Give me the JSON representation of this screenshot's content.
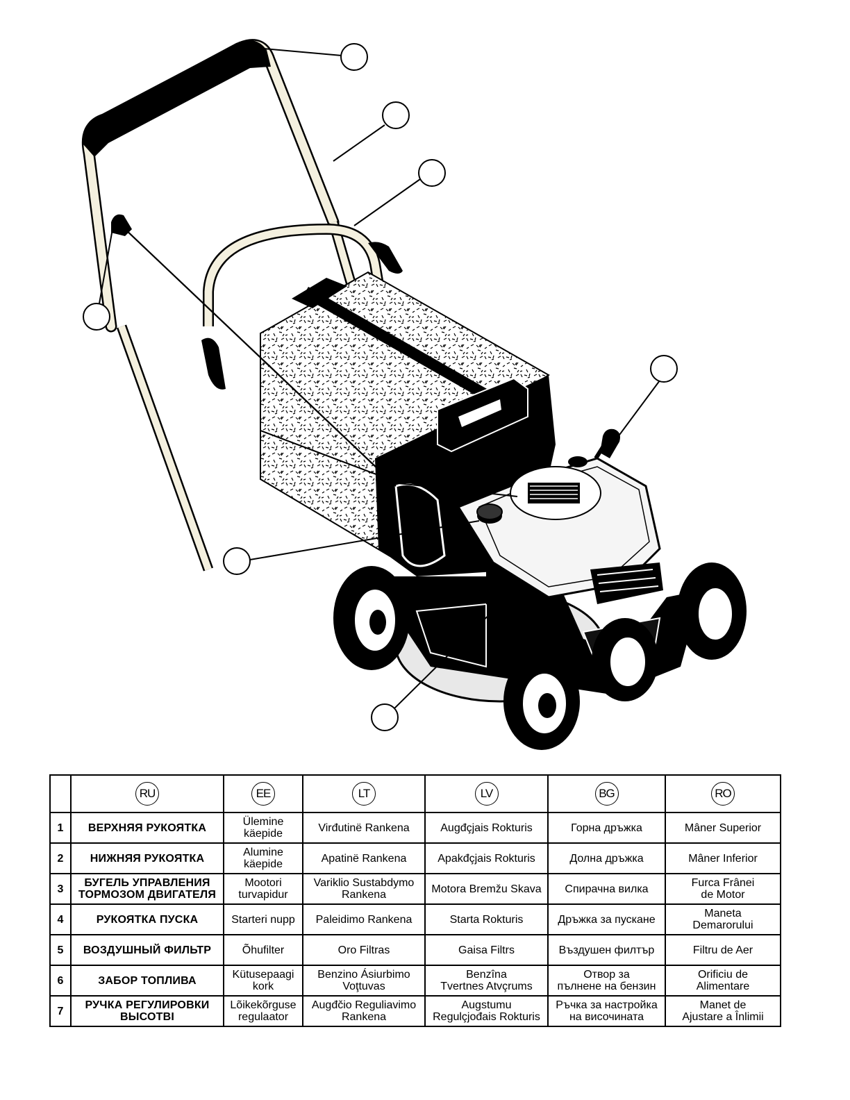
{
  "legend": {
    "languages": [
      "RU",
      "EE",
      "LT",
      "LV",
      "BG",
      "RO"
    ],
    "rows": [
      {
        "n": "1",
        "ru": "ВЕРХНЯЯ РУКОЯТКА",
        "ee": "Ülemine\nkäepide",
        "lt": "Virđutinë Rankena",
        "lv": "Augđçjais Rokturis",
        "bg": "Горна дръжка",
        "ro": "Mâner Superior"
      },
      {
        "n": "2",
        "ru": "НИЖНЯЯ РУКОЯТКА",
        "ee": "Alumine\nkäepide",
        "lt": "Apatinë Rankena",
        "lv": "Apakđçjais Rokturis",
        "bg": "Долна дръжка",
        "ro": "Mâner Inferior"
      },
      {
        "n": "3",
        "ru": "БУГЕЛЬ УПРАВЛЕНИЯ\nТОРМОЗОМ ДВИГАТЕЛЯ",
        "ee": "Mootori\nturvapidur",
        "lt": "Variklio Sustabdymo\nRankena",
        "lv": "Motora Bremžu Skava",
        "bg": "Спирачна вилка",
        "ro": "Furca Frânei\nde Motor"
      },
      {
        "n": "4",
        "ru": "РУКОЯТКА ПУСКА",
        "ee": "Starteri nupp",
        "lt": "Paleidimo Rankena",
        "lv": "Starta Rokturis",
        "bg": "Дръжка за пускане",
        "ro": "Maneta\nDemarorului"
      },
      {
        "n": "5",
        "ru": "ВОЗДУШНЫЙ ФИЛЬТР",
        "ee": "Õhufilter",
        "lt": "Oro Filtras",
        "lv": "Gaisa Filtrs",
        "bg": "Въздушен филтър",
        "ro": "Filtru de Aer"
      },
      {
        "n": "6",
        "ru": "ЗАБОР ТОПЛИВА",
        "ee": "Kütusepaagi\nkork",
        "lt": "Benzino Ásiurbimo\nVoţtuvas",
        "lv": "Benzîna\nTvertnes Atvçrums",
        "bg": "Отвор за\nпълнене на бензин",
        "ro": "Orificiu de\nAlimentare"
      },
      {
        "n": "7",
        "ru": "РУЧКА РЕГУЛИРОВКИ\nВЫСОТВI",
        "ee": "Lõikekõrguse\nregulaator",
        "lt": "Augđčio Reguliavimo\nRankena",
        "lv": "Augstumu\nRegulçjođais Rokturis",
        "bg": "Ръчка за настройка\nна височината",
        "ro": "Manet de\nAjustare a Înlimii"
      }
    ]
  }
}
